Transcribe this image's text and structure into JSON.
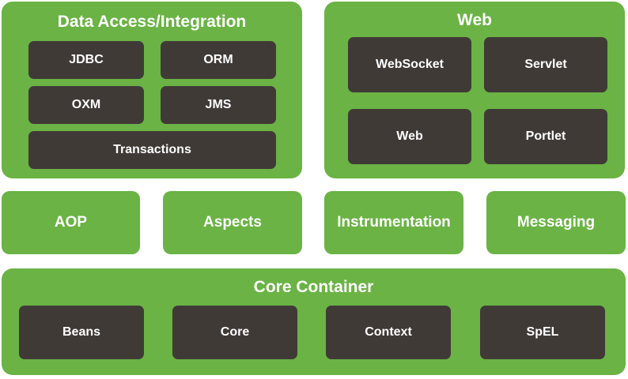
{
  "data_access": {
    "title": "Data Access/Integration",
    "jdbc": "JDBC",
    "orm": "ORM",
    "oxm": "OXM",
    "jms": "JMS",
    "transactions": "Transactions"
  },
  "web": {
    "title": "Web",
    "websocket": "WebSocket",
    "servlet": "Servlet",
    "web": "Web",
    "portlet": "Portlet"
  },
  "middle": {
    "aop": "AOP",
    "aspects": "Aspects",
    "instrumentation": "Instrumentation",
    "messaging": "Messaging"
  },
  "core_container": {
    "title": "Core Container",
    "beans": "Beans",
    "core": "Core",
    "context": "Context",
    "spel": "SpEL"
  },
  "colors": {
    "module_green": "#6ab344",
    "submodule_dark": "#403a37",
    "text": "#ffffff"
  }
}
